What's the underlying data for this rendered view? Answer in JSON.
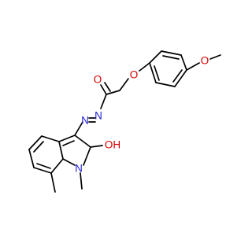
{
  "molecule": {
    "atom_labels": {
      "carbonyl_oxygen": "O",
      "ether_oxygen": "O",
      "methoxy_oxygen": "O",
      "azo_nitrogen_1": "N",
      "azo_nitrogen_2": "N",
      "indole_nitrogen": "N",
      "hydroxy_group": "OH"
    },
    "colors": {
      "bond": "#000000",
      "oxygen": "#d40000",
      "nitrogen": "#1f1fd6",
      "background": "#ffffff"
    }
  }
}
